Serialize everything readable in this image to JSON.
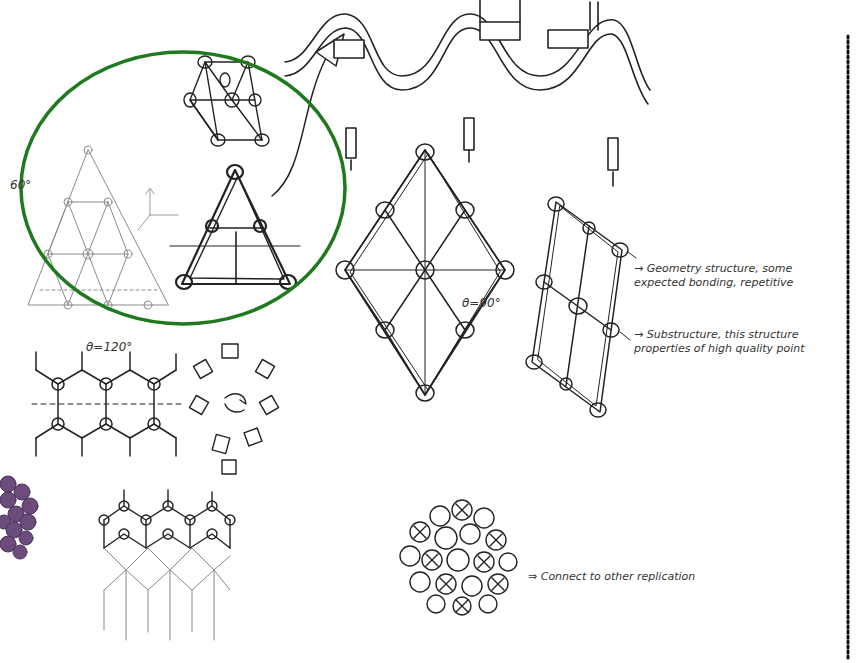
{
  "diagram": {
    "labels": [
      "60°",
      "θ=120°",
      "θ=90°",
      "→ Geometry structure, some expected bonding, repetitive",
      "→ Substructure, this structure properties of high quality point",
      "⇒ Connect to other replication"
    ]
  }
}
